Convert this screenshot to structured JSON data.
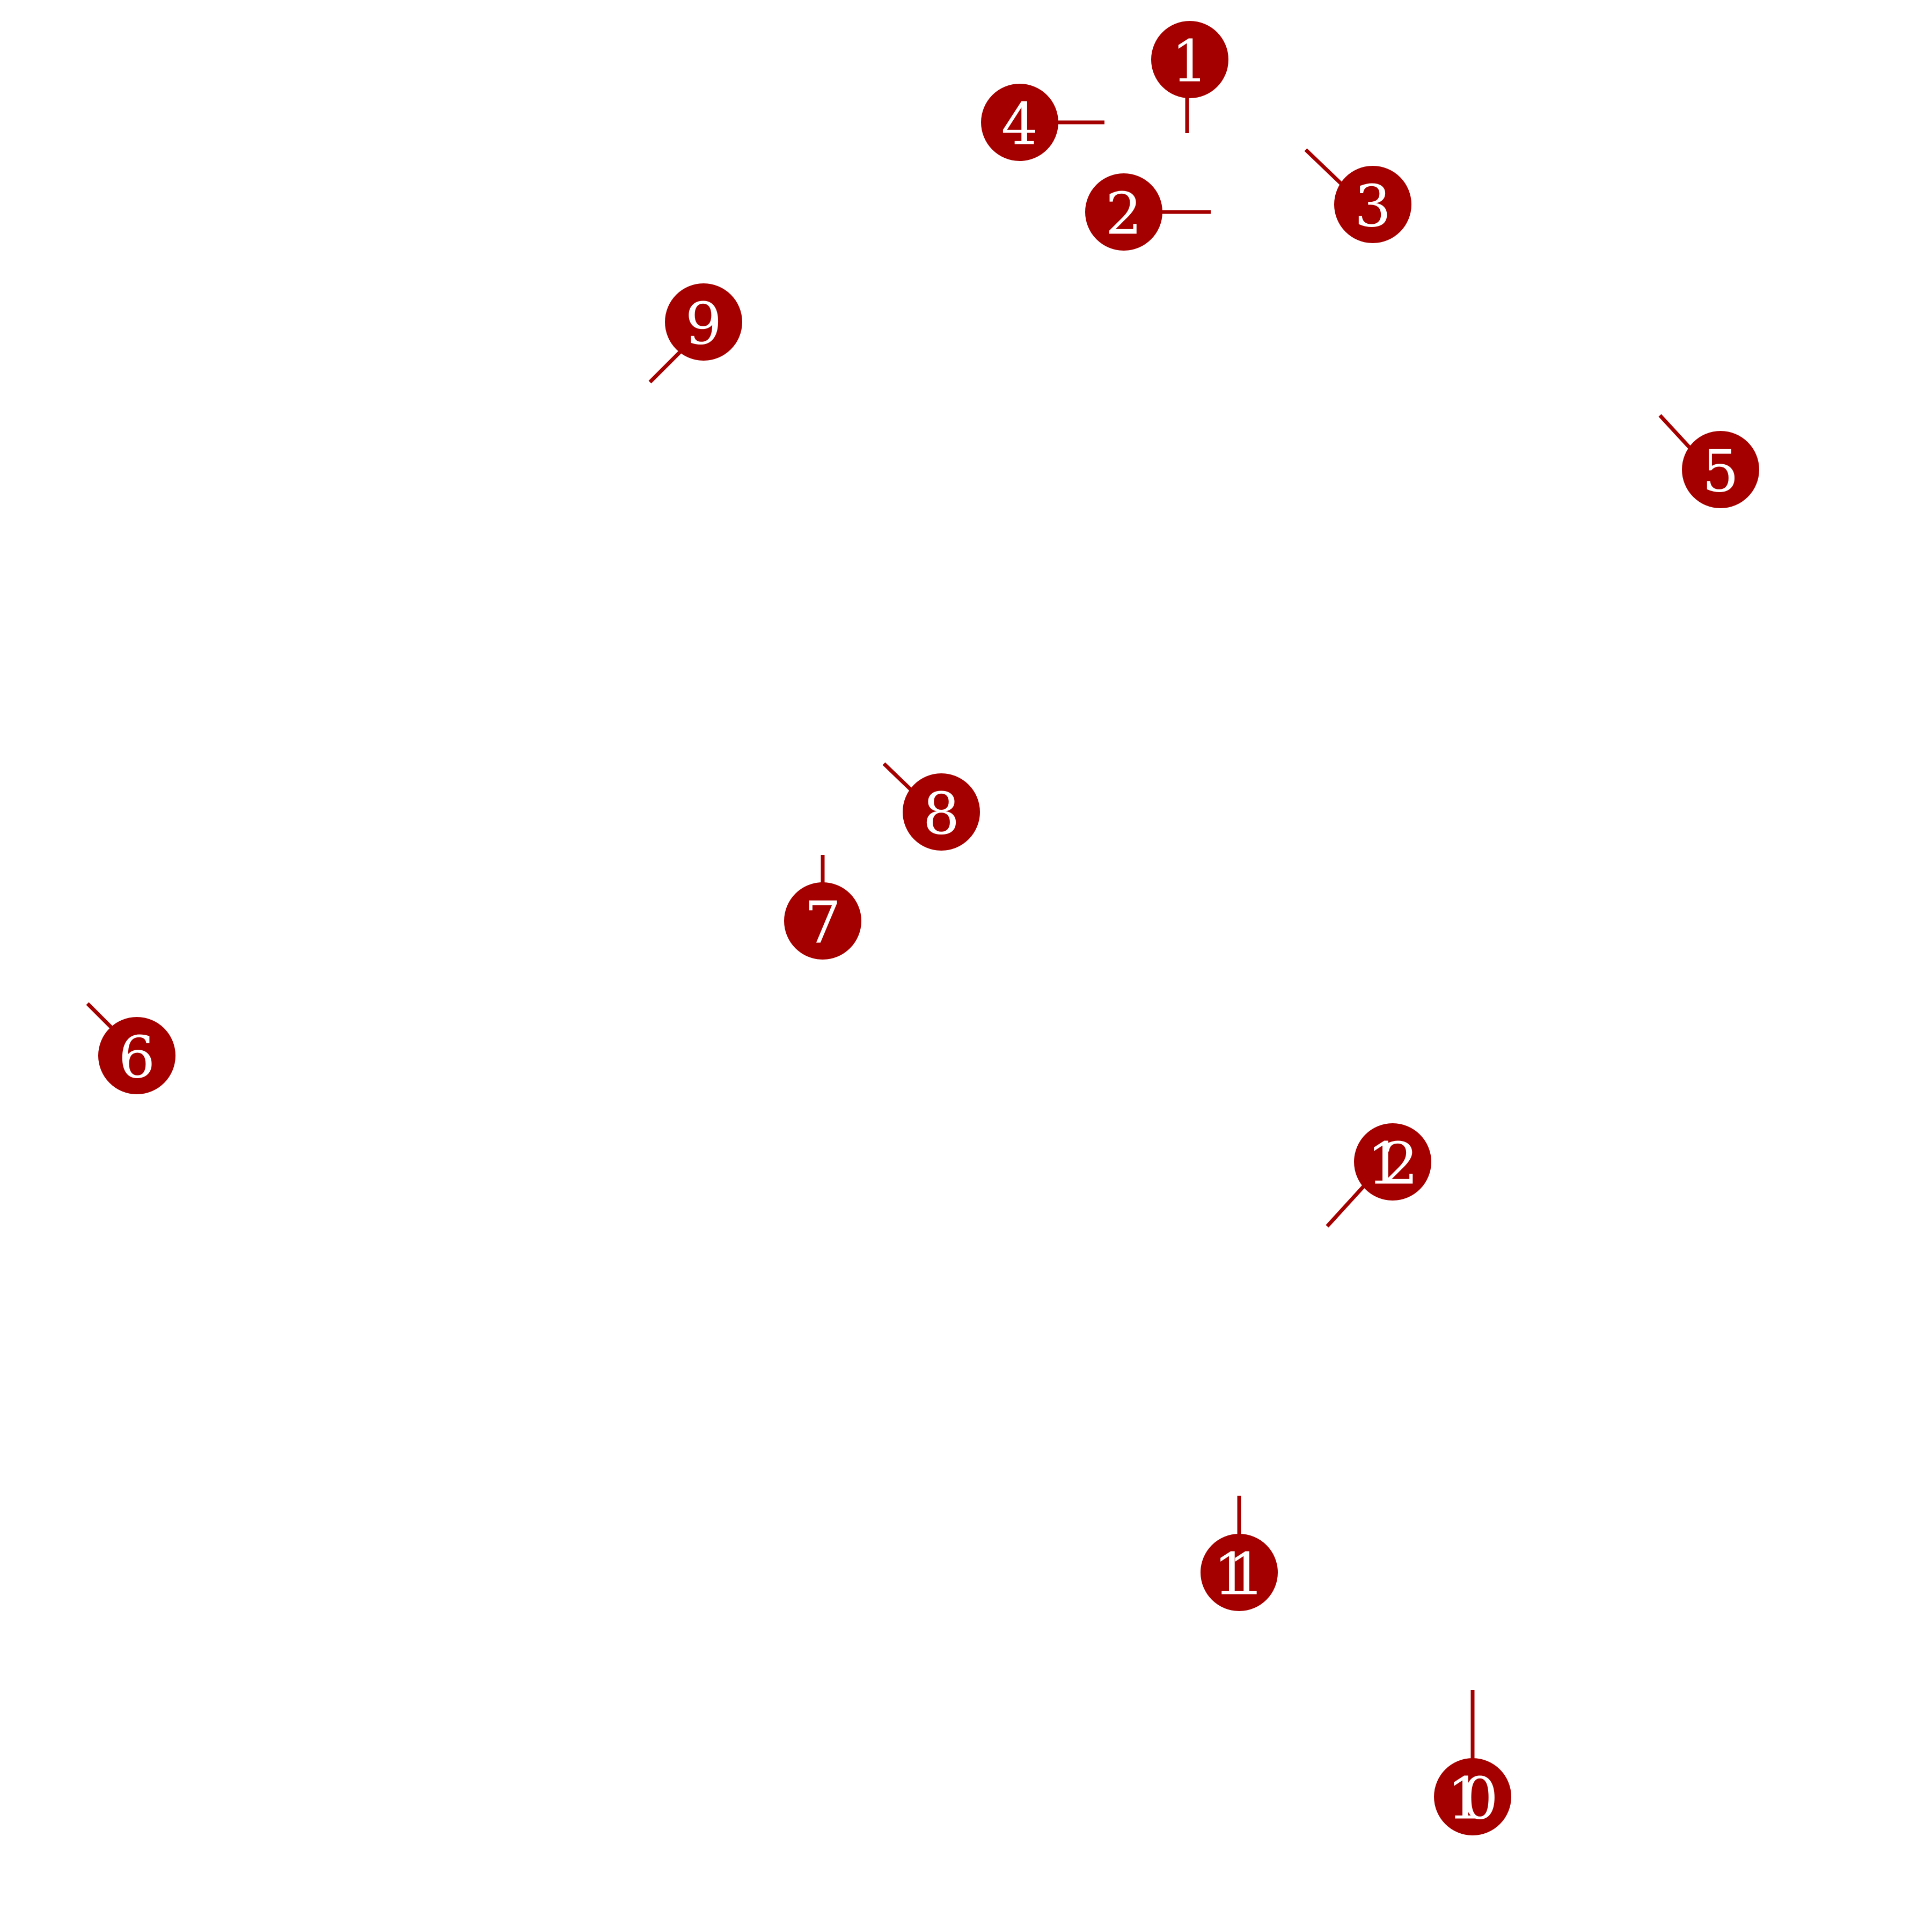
{
  "style": {
    "marker_color": "#a50000",
    "label_color": "#ffffff",
    "background": "#ffffff"
  },
  "markers": [
    {
      "label": "1"
    },
    {
      "label": "2"
    },
    {
      "label": "3"
    },
    {
      "label": "4"
    },
    {
      "label": "5"
    },
    {
      "label": "6"
    },
    {
      "label": "7"
    },
    {
      "label": "8"
    },
    {
      "label": "9"
    },
    {
      "label": "10"
    },
    {
      "label": "11"
    },
    {
      "label": "12"
    }
  ]
}
